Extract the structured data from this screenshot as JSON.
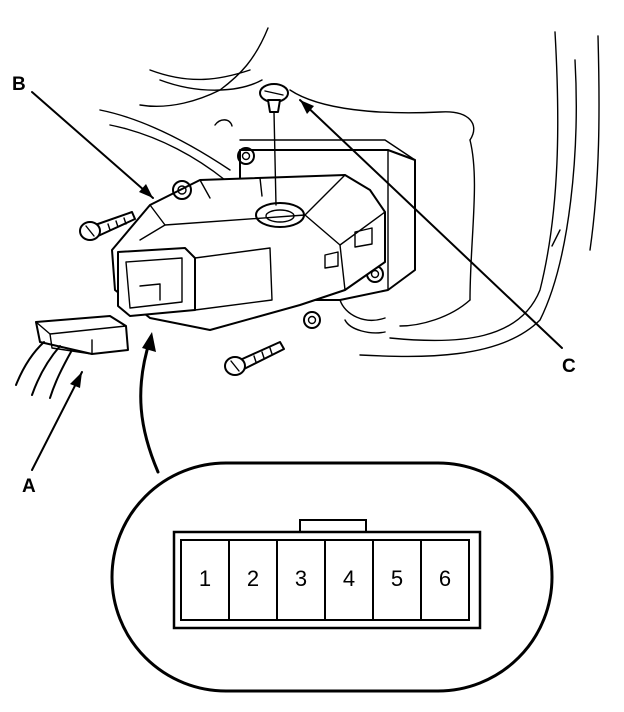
{
  "callouts": {
    "a": "A",
    "b": "B",
    "c": "C"
  },
  "connector": {
    "pins": [
      "1",
      "2",
      "3",
      "4",
      "5",
      "6"
    ]
  }
}
